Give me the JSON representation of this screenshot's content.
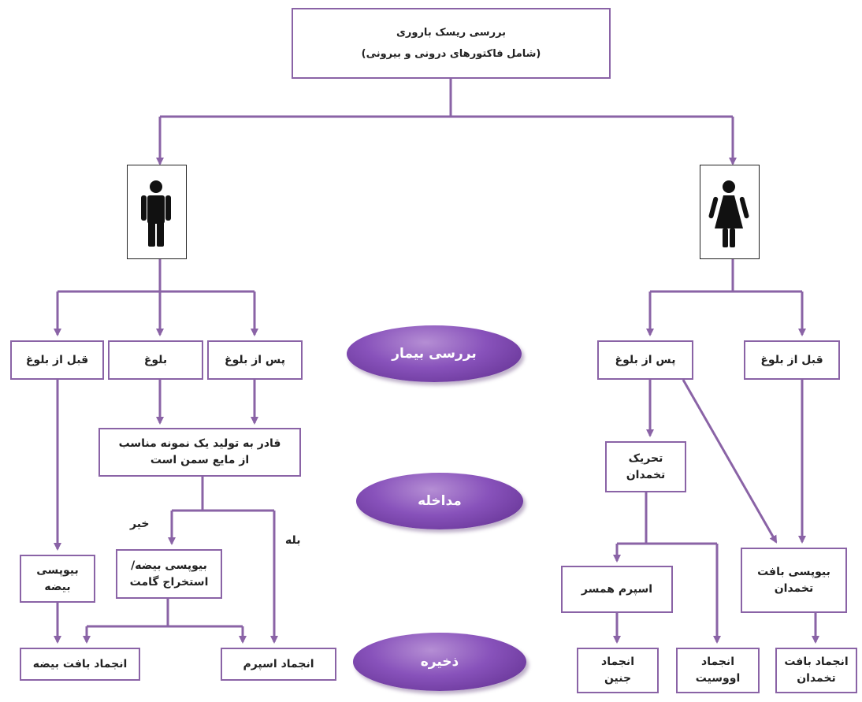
{
  "title": {
    "line1": "بررسی ریسک باروری",
    "line2": "(شامل فاکتورهای درونی و بیرونی)"
  },
  "icons": {
    "male": "male-person-icon",
    "female": "female-person-icon"
  },
  "stages": {
    "assessment": "بررسی بیمار",
    "intervention": "مداخله",
    "storage": "ذخیره"
  },
  "male": {
    "before_puberty": "قبل از بلوغ",
    "puberty": "بلوغ",
    "after_puberty": "پس از بلوغ",
    "question": {
      "line1": "قادر به تولید یک نمونه مناسب",
      "line2": "از مایع سمن است"
    },
    "answer_no": "خیر",
    "answer_yes": "بله",
    "testis_biopsy": {
      "line1": "بیوپسی",
      "line2": "بیضه"
    },
    "biopsy_extraction": {
      "line1": "بیوپسی بیضه/",
      "line2": "استخراج گامت"
    },
    "testis_tissue_freezing": "انجماد بافت بیضه",
    "sperm_freezing": "انجماد اسپرم"
  },
  "female": {
    "after_puberty": "پس از بلوغ",
    "before_puberty": "قبل از بلوغ",
    "ovarian_stimulation": {
      "line1": "تحریک",
      "line2": "تخمدان"
    },
    "ovarian_biopsy": {
      "line1": "بیوپسی بافت",
      "line2": "تخمدان"
    },
    "partner_sperm": "اسپرم همسر",
    "embryo_freezing": {
      "line1": "انجماد",
      "line2": "جنین"
    },
    "oocyte_freezing": {
      "line1": "انجماد",
      "line2": "اووسیت"
    },
    "ovarian_tissue_freezing": {
      "line1": "انجماد بافت",
      "line2": "تخمدان"
    }
  },
  "colors": {
    "line": "#8a63a6",
    "box_border": "#8a63a6",
    "oval": "#7a46ad",
    "icon": "#111111"
  }
}
